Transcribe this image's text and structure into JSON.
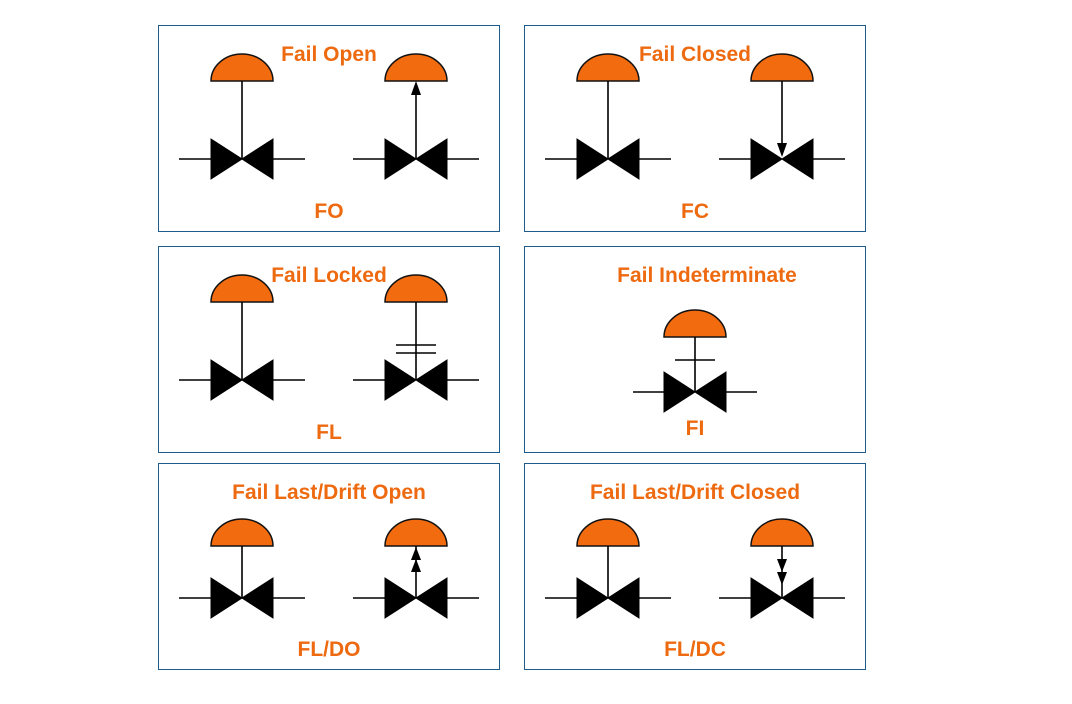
{
  "colors": {
    "label": "#ee6a10",
    "actuator": "#f26b0f",
    "border": "#1f5c8c",
    "symbol": "#000000"
  },
  "panels": [
    {
      "title": "Fail Open",
      "code": "FO"
    },
    {
      "title": "Fail Closed",
      "code": "FC"
    },
    {
      "title": "Fail Locked",
      "code": "FL"
    },
    {
      "title": "Fail Indeterminate",
      "code": "FI"
    },
    {
      "title": "Fail Last/Drift Open",
      "code": "FL/DO"
    },
    {
      "title": "Fail Last/Drift Closed",
      "code": "FL/DC"
    }
  ]
}
